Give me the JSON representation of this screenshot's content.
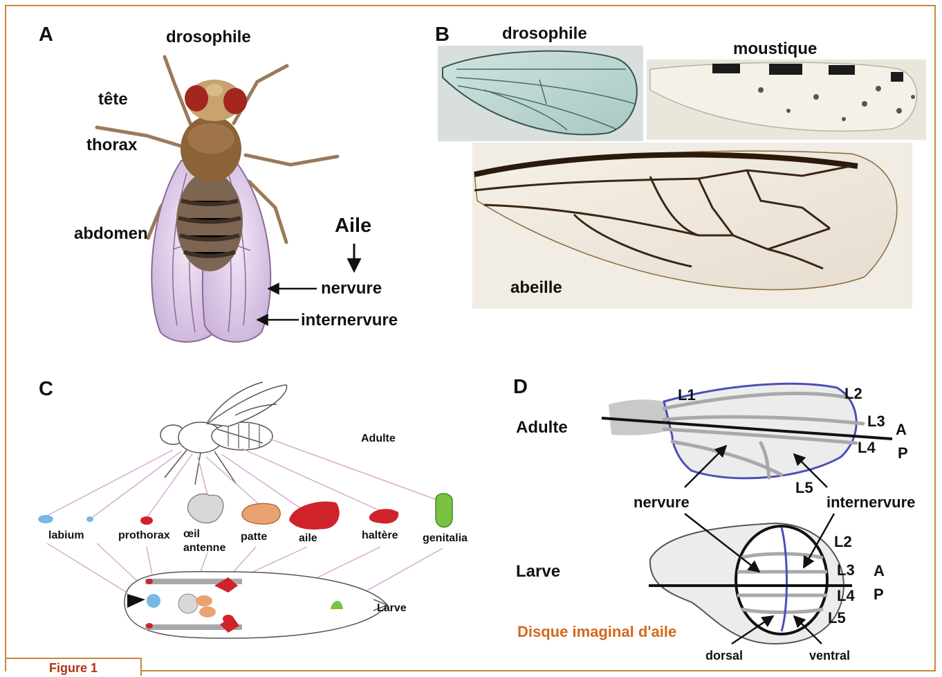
{
  "panels": {
    "A": {
      "letter": "A",
      "title": "drosophile",
      "parts": {
        "head": "tête",
        "thorax": "thorax",
        "abdomen": "abdomen"
      },
      "wing": {
        "label": "Aile",
        "vein": "nervure",
        "intervein": "internervure"
      }
    },
    "B": {
      "letter": "B",
      "drosophila": "drosophile",
      "mosquito": "moustique",
      "bee": "abeille"
    },
    "C": {
      "letter": "C",
      "adult": "Adulte",
      "larva": "Larve",
      "discs": [
        {
          "label": "labium",
          "color": "#79b7e6"
        },
        {
          "label": "prothorax",
          "color": "#d0222a"
        },
        {
          "label": "œil\nantenne",
          "color": "#cfcfcf"
        },
        {
          "label": "patte",
          "color": "#e8a370"
        },
        {
          "label": "aile",
          "color": "#d0222a"
        },
        {
          "label": "haltère",
          "color": "#d0222a"
        },
        {
          "label": "genitalia",
          "color": "#7cc242"
        }
      ]
    },
    "D": {
      "letter": "D",
      "adult": "Adulte",
      "larva": "Larve",
      "veins_adult": [
        "L1",
        "L2",
        "L3",
        "L4",
        "L5"
      ],
      "veins_larva": [
        "L2",
        "L3",
        "L4",
        "L5"
      ],
      "axis": {
        "anterior": "A",
        "posterior": "P"
      },
      "vein": "nervure",
      "intervein": "internervure",
      "disc_label": "Disque imaginal d'aile",
      "dorsal": "dorsal",
      "ventral": "ventral"
    }
  },
  "caption": "Figure 1",
  "colors": {
    "frame": "#c9873a",
    "caption": "#b03410",
    "vein_blue": "#4a4fb8",
    "disc_label": "#d2691e",
    "leader_line": "#d9a8d6"
  }
}
